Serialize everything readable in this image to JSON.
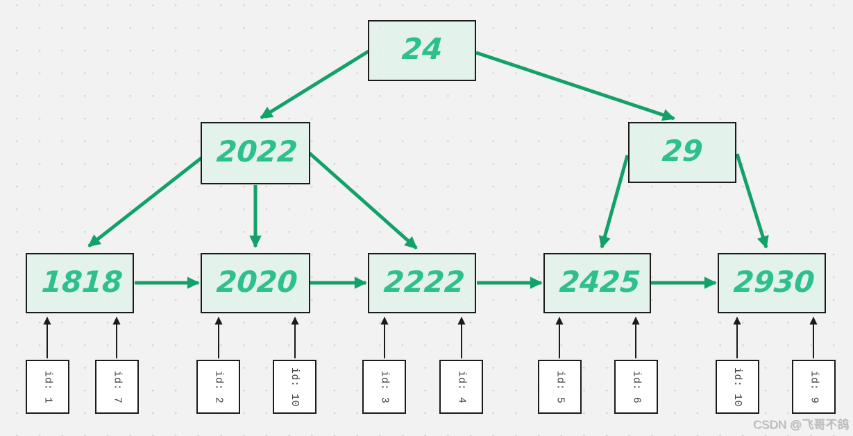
{
  "watermark": "CSDN @飞哥不鸽",
  "tree": {
    "root": {
      "keys": [
        "24"
      ]
    },
    "internal": [
      {
        "keys": [
          "20",
          "22"
        ]
      },
      {
        "keys": [
          "29"
        ]
      }
    ],
    "leaves": [
      {
        "keys": [
          "18",
          "18"
        ]
      },
      {
        "keys": [
          "20",
          "20"
        ]
      },
      {
        "keys": [
          "22",
          "22"
        ]
      },
      {
        "keys": [
          "24",
          "25"
        ]
      },
      {
        "keys": [
          "29",
          "30"
        ]
      }
    ],
    "records": [
      {
        "label": "id: 1"
      },
      {
        "label": "id: 7"
      },
      {
        "label": "id: 2"
      },
      {
        "label": "id: 10"
      },
      {
        "label": "id: 3"
      },
      {
        "label": "id: 4"
      },
      {
        "label": "id: 5"
      },
      {
        "label": "id: 6"
      },
      {
        "label": "id: 10"
      },
      {
        "label": "id: 9"
      }
    ]
  },
  "structure": {
    "root_children": [
      "internal-20-22",
      "internal-29"
    ],
    "internal_20_22_children": [
      "leaf-18-18",
      "leaf-20-20",
      "leaf-22-22"
    ],
    "internal_29_children": [
      "leaf-24-25",
      "leaf-29-30"
    ],
    "leaf_chain": [
      "leaf-18-18",
      "leaf-20-20",
      "leaf-22-22",
      "leaf-24-25",
      "leaf-29-30"
    ],
    "record_parents": [
      "leaf-18-18",
      "leaf-18-18",
      "leaf-20-20",
      "leaf-20-20",
      "leaf-22-22",
      "leaf-22-22",
      "leaf-24-25",
      "leaf-24-25",
      "leaf-29-30",
      "leaf-29-30"
    ]
  },
  "colors": {
    "edge_green": "#12a169",
    "edge_black": "#1b1b1b",
    "key_text": "#2ebf8e",
    "node_fill": "#e2f3ea",
    "node_border": "#1b1b1b",
    "record_fill": "#ffffff",
    "record_text": "#3d3d3d",
    "background": "#f2f2f3",
    "grid_dot": "#d2d2d2",
    "watermark_text": "#b9b9b9"
  }
}
